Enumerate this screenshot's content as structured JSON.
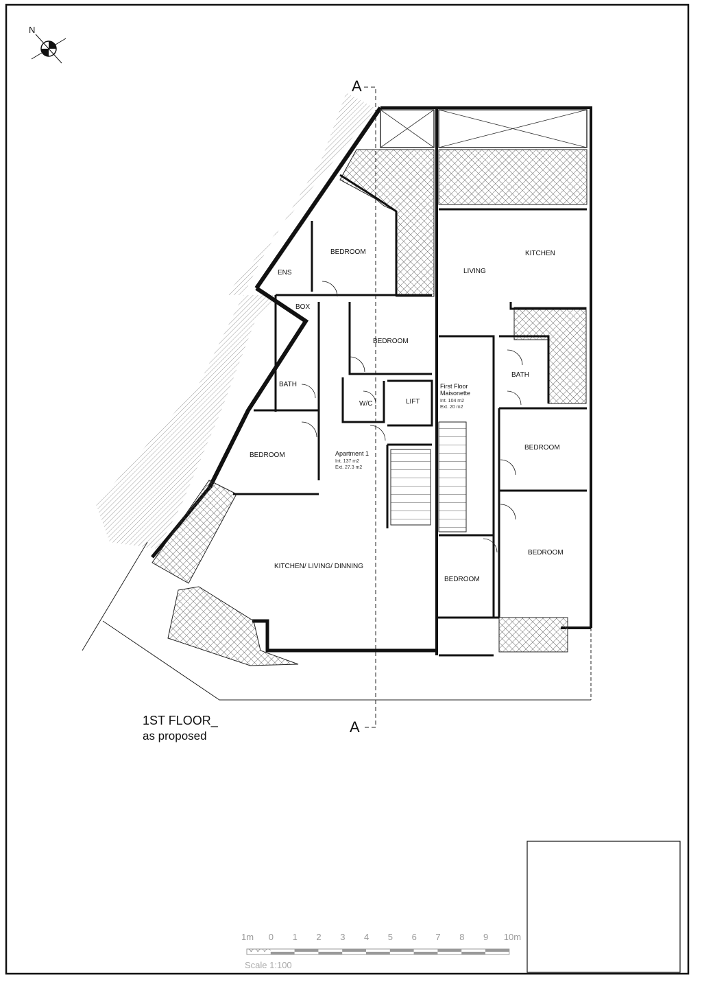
{
  "plan": {
    "north": "N",
    "section_top": "A",
    "section_bottom": "A",
    "title_line1": "1ST FLOOR_",
    "title_line2": "as proposed"
  },
  "rooms": {
    "apt1_bedroom_top": "BEDROOM",
    "apt1_ens": "ENS",
    "apt1_box": "BOX",
    "apt1_bedroom_mid": "BEDROOM",
    "apt1_bath": "BATH",
    "apt1_wc": "W/C",
    "apt1_lift": "LIFT",
    "apt1_bedroom_left": "BEDROOM",
    "apt1_kitchen": "KITCHEN/ LIVING/ DINNING",
    "mais_living": "LIVING",
    "mais_kitchen": "KITCHEN",
    "mais_bath": "BATH",
    "mais_bedroom_1": "BEDROOM",
    "mais_bedroom_2": "BEDROOM",
    "mais_bedroom_3": "BEDROOM"
  },
  "units": {
    "apartment1": {
      "name": "Apartment 1",
      "int": "Int. 137 m2",
      "ext": "Ext. 27.3 m2"
    },
    "maisonette": {
      "name_line1": "First Floor",
      "name_line2": "Maisonette",
      "int": "Int. 104 m2",
      "ext": "Ext. 20 m2"
    }
  },
  "scale_bar": {
    "ticks": [
      "1m",
      "0",
      "1",
      "2",
      "3",
      "4",
      "5",
      "6",
      "7",
      "8",
      "9",
      "10m"
    ],
    "caption": "Scale 1:100"
  },
  "colors": {
    "ink": "#111111",
    "hatch": "#555555",
    "scale": "#999999"
  }
}
